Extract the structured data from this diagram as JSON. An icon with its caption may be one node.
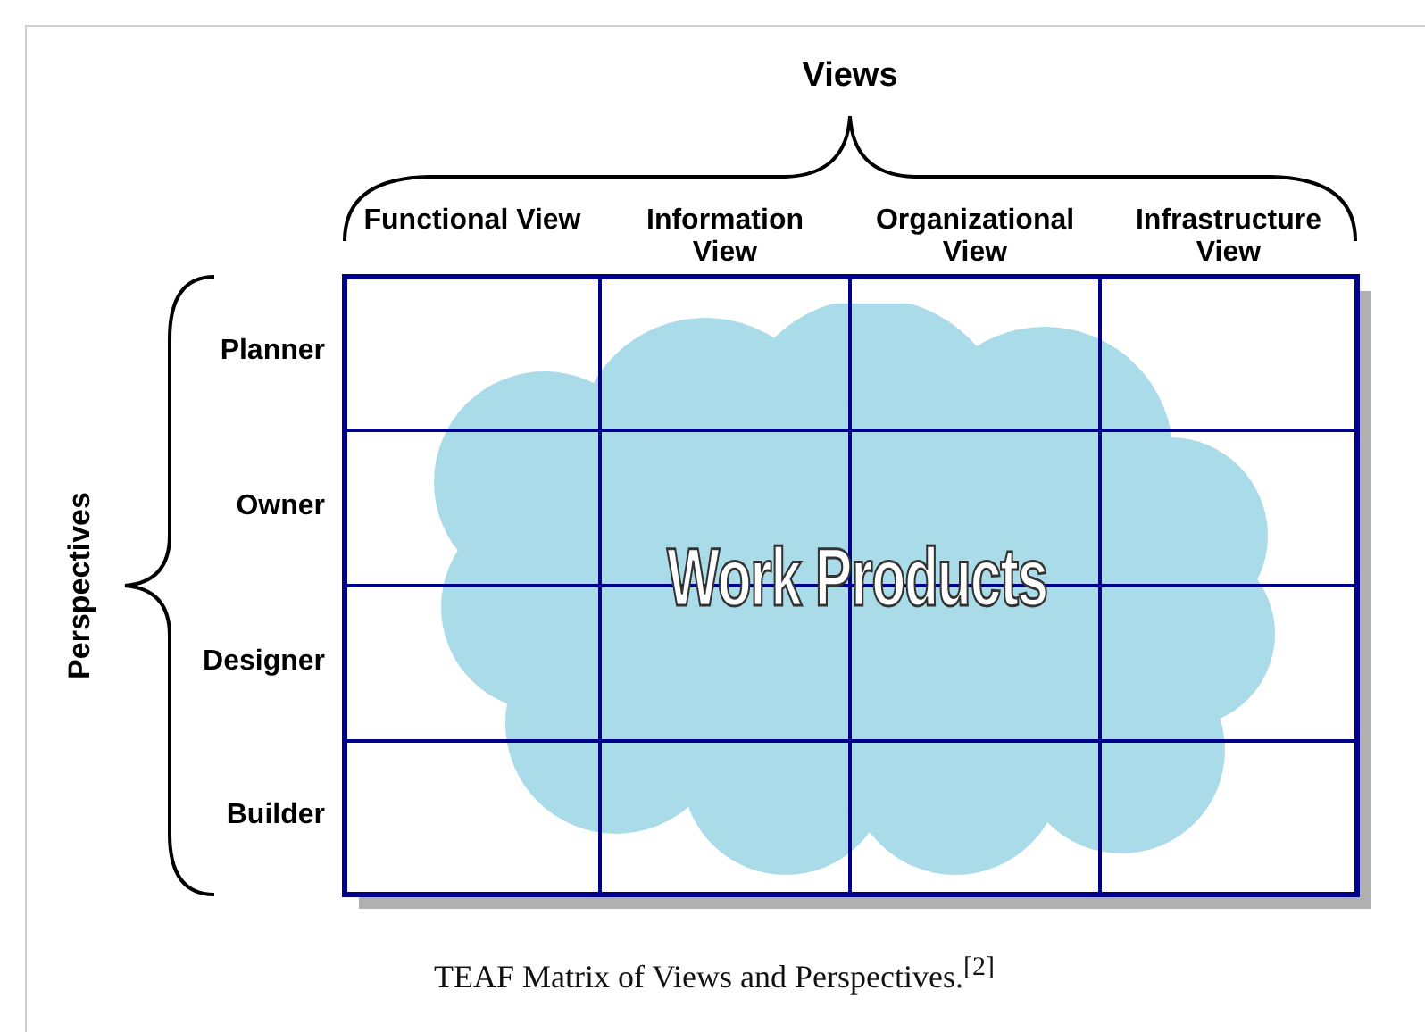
{
  "diagram": {
    "caption": "TEAF Matrix of Views and Perspectives.$^{[2]}$",
    "nodes": [
      {
        "text": [
          "Work Products"
        ]
      }
    ],
    "labels": [
      "Views",
      "Functional View",
      "Information View",
      "Organizational View",
      "Infrastructure View",
      "Perspectives",
      "Planner",
      "Owner",
      "Designer",
      "Builder"
    ]
  }
}
